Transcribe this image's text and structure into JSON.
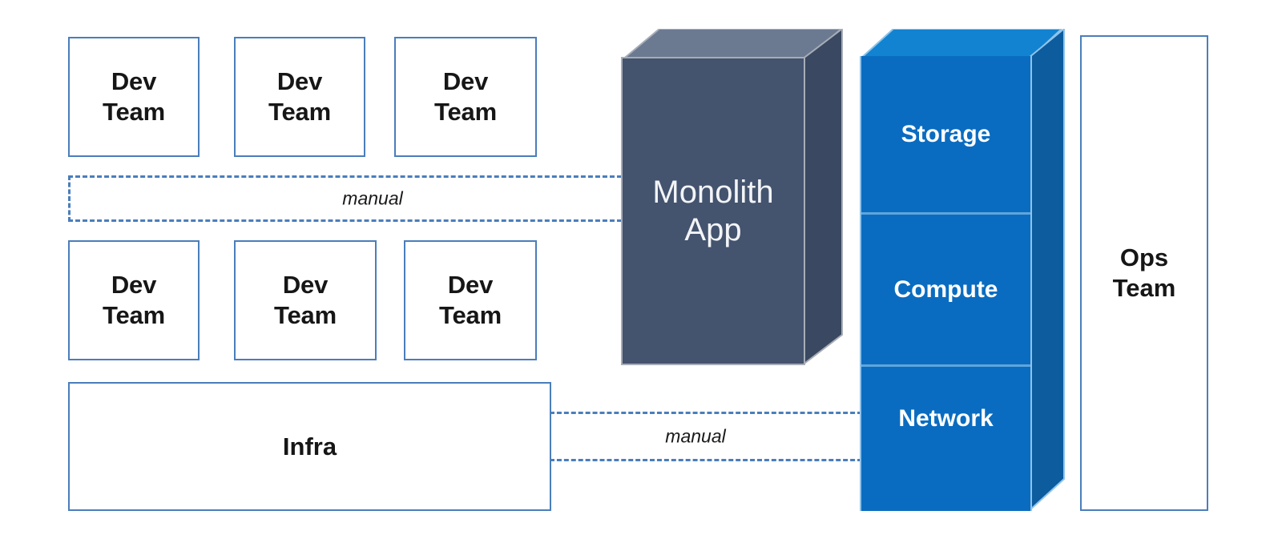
{
  "diagram": {
    "title": "Monolith App and Ops silo diagram",
    "colors": {
      "box_border": "#4A7EBB",
      "box_fill": "#FFFFFF",
      "text": "#161616",
      "monolith_front": "#44536E",
      "monolith_top": "#6B7A91",
      "monolith_side": "#3A4861",
      "stack_front": "#0A6CC0",
      "stack_top": "#1183D1",
      "stack_side": "#0C5C9E",
      "stack_divider": "#5FA6DC",
      "connector": "#4A7EBB"
    },
    "dev_teams_row_1": [
      {
        "line1": "Dev",
        "line2": "Team"
      },
      {
        "line1": "Dev",
        "line2": "Team"
      },
      {
        "line1": "Dev",
        "line2": "Team"
      }
    ],
    "dev_teams_row_2": [
      {
        "line1": "Dev",
        "line2": "Team"
      },
      {
        "line1": "Dev",
        "line2": "Team"
      },
      {
        "line1": "Dev",
        "line2": "Team"
      }
    ],
    "infra": {
      "label": "Infra"
    },
    "ops": {
      "line1": "Ops",
      "line2": "Team"
    },
    "monolith": {
      "line1": "Monolith",
      "line2": "App"
    },
    "stack": {
      "segments": [
        {
          "label": "Storage"
        },
        {
          "label": "Compute"
        },
        {
          "label": "Network"
        }
      ]
    },
    "connectors": [
      {
        "label": "manual",
        "from": "dev-teams",
        "to": "monolith-app"
      },
      {
        "label": "manual",
        "from": "infra",
        "to": "resource-stack"
      }
    ]
  }
}
